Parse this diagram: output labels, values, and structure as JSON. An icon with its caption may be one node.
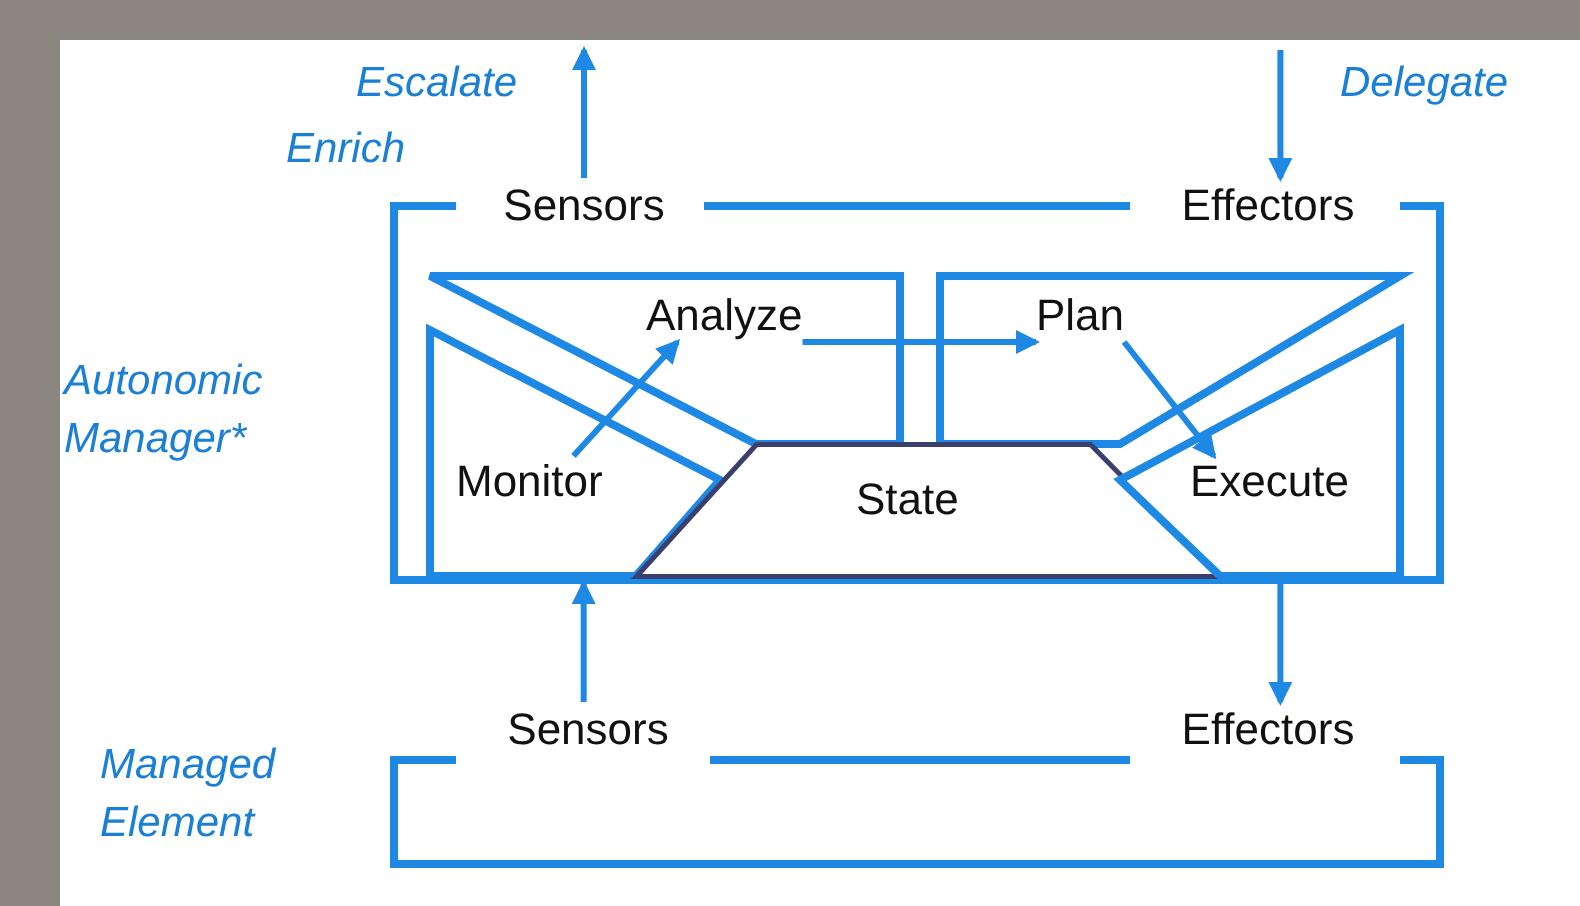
{
  "diagram": {
    "nodes": [
      {
        "text": [
          "Autonomic Manager*"
        ]
      },
      {
        "text": [
          "Sensors"
        ],
        "in": 0
      },
      {
        "text": [
          "Effectors"
        ],
        "in": 0
      },
      {
        "text": [
          "Analyze"
        ],
        "in": 0
      },
      {
        "text": [
          "Plan"
        ],
        "in": 0
      },
      {
        "text": [
          "Monitor"
        ],
        "in": 0
      },
      {
        "text": [
          "State"
        ],
        "in": 0
      },
      {
        "text": [
          "Execute"
        ],
        "in": 0
      },
      {
        "text": [
          "Managed Element"
        ]
      },
      {
        "text": [
          "Sensors"
        ],
        "in": 8
      },
      {
        "text": [
          "Effectors"
        ],
        "in": 8
      }
    ],
    "edges": [
      {
        "from": 1,
        "to": null,
        "arrow": "to"
      },
      {
        "from": null,
        "to": 2,
        "arrow": "to"
      },
      {
        "from": 5,
        "to": 3,
        "arrow": "to"
      },
      {
        "from": 3,
        "to": 4,
        "arrow": "to"
      },
      {
        "from": 4,
        "to": 7,
        "arrow": "to"
      },
      {
        "from": 9,
        "to": 0,
        "arrow": "to"
      },
      {
        "from": 0,
        "to": 10,
        "arrow": "to"
      }
    ],
    "labels": [
      "Escalate",
      "Enrich",
      "Delegate"
    ]
  }
}
